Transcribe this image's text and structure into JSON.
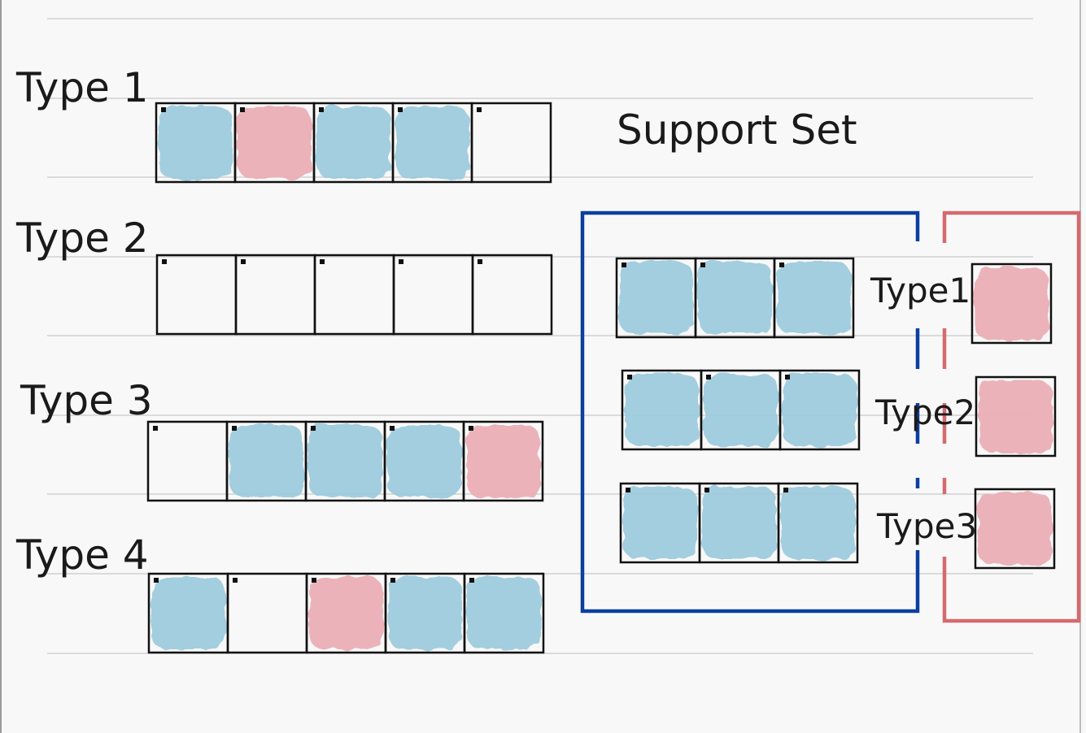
{
  "title": "Support Set",
  "colors": {
    "background": "#f8f8f8",
    "rule_line": "#c9c9c9",
    "cell_border": "#111111",
    "blue_fill": "#9ccbdc",
    "red_fill": "#eaaeb4",
    "support_box": "#0a3fa0",
    "query_box": "#d46a6e"
  },
  "rows": [
    {
      "label": "Type 1",
      "cells": [
        "blue",
        "red",
        "blue",
        "blue",
        "empty"
      ]
    },
    {
      "label": "Type 2",
      "cells": [
        "empty",
        "empty",
        "empty",
        "empty",
        "empty"
      ]
    },
    {
      "label": "Type 3",
      "cells": [
        "empty",
        "blue",
        "blue",
        "blue",
        "red"
      ]
    },
    {
      "label": "Type 4",
      "cells": [
        "blue",
        "empty",
        "red",
        "blue",
        "blue"
      ]
    }
  ],
  "support": [
    {
      "label": "Type1",
      "cells": [
        "blue",
        "blue",
        "blue"
      ],
      "query": "red"
    },
    {
      "label": "Type2",
      "cells": [
        "blue",
        "blue",
        "blue"
      ],
      "query": "red"
    },
    {
      "label": "Type3",
      "cells": [
        "blue",
        "blue",
        "blue"
      ],
      "query": "red"
    }
  ]
}
